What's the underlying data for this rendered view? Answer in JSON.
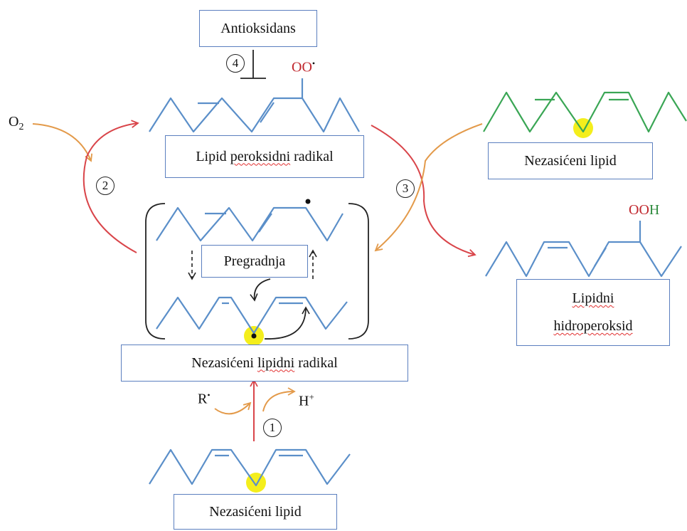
{
  "boxes": {
    "antioxidant": "Antioksidans",
    "peroxyl_radical_prefix": "Lipid ",
    "peroxyl_radical_wavy": "peroksidni",
    "peroxyl_radical_suffix": " radikal",
    "unsaturated_lipid_right": "Nezasićeni lipid",
    "rearrangement": "Pregradnja",
    "lipid_radical_prefix": "Nezasićeni ",
    "lipid_radical_wavy": "lipidni",
    "lipid_radical_suffix": " radikal",
    "hydroperoxide_line1": "Lipidni",
    "hydroperoxide_line2": "hidroperoksid",
    "unsaturated_lipid_bottom": "Nezasićeni lipid"
  },
  "labels": {
    "oxygen": "O",
    "oxygen_sub": "2",
    "peroxyl_group": "OO",
    "peroxyl_dot": "•",
    "hydroperoxide_oo": "OO",
    "hydroperoxide_h": "H",
    "r_radical": "R",
    "r_dot": "•",
    "proton": "H",
    "proton_charge": "+"
  },
  "steps": [
    "1",
    "2",
    "3",
    "4"
  ],
  "colors": {
    "chain": "#5b8fc9",
    "chain_green": "#3aa655",
    "arrow_red": "#d9454a",
    "arrow_orange": "#e39a4a",
    "highlight": "#f4ee1c",
    "box_border": "#5b7fbf",
    "text_red": "#c0272d",
    "text_green": "#2e8b3e"
  }
}
